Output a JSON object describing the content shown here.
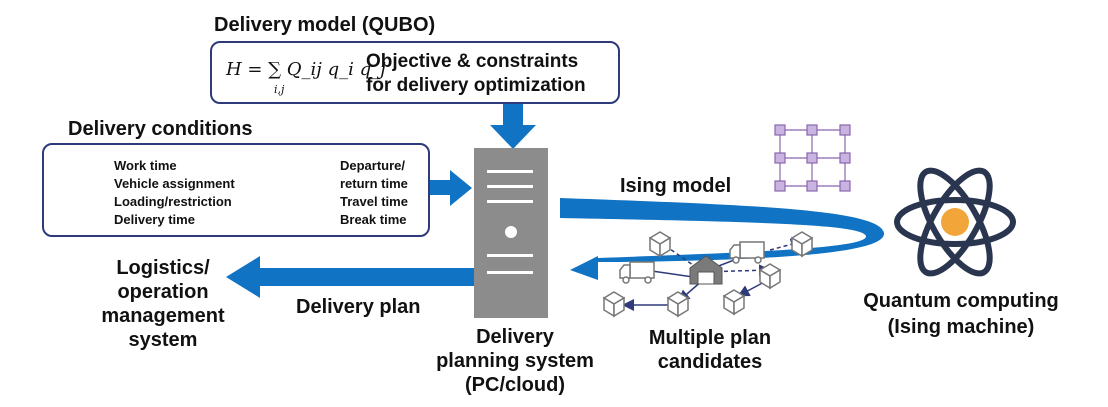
{
  "qubo": {
    "title": "Delivery model (QUBO)",
    "formula": "H = ∑ Q_ij q_i q_j",
    "formula_sub": "i,j",
    "text_line1": "Objective & constraints",
    "text_line2": "for delivery optimization"
  },
  "conditions": {
    "title": "Delivery conditions",
    "left_items": [
      "Work time",
      "Vehicle assignment",
      "Loading/restriction",
      "Delivery time"
    ],
    "right_items": [
      "Departure/",
      "return time",
      "Travel time",
      "Break time"
    ]
  },
  "ising_model_label": "Ising model",
  "delivery_plan_label": "Delivery plan",
  "logistics": [
    "Logistics/",
    "operation",
    "management",
    "system"
  ],
  "planning_system": [
    "Delivery",
    "planning system",
    "(PC/cloud)"
  ],
  "candidates": [
    "Multiple plan",
    "candidates"
  ],
  "quantum": [
    "Quantum computing",
    "(Ising machine)"
  ],
  "colors": {
    "blue_arrow": "#1173c3",
    "box_border": "#2e3a7a",
    "server_gray": "#8c8c8c",
    "atom_dark": "#2a3550",
    "atom_core": "#f2a63a",
    "grid_purple": "#8a66b0"
  }
}
